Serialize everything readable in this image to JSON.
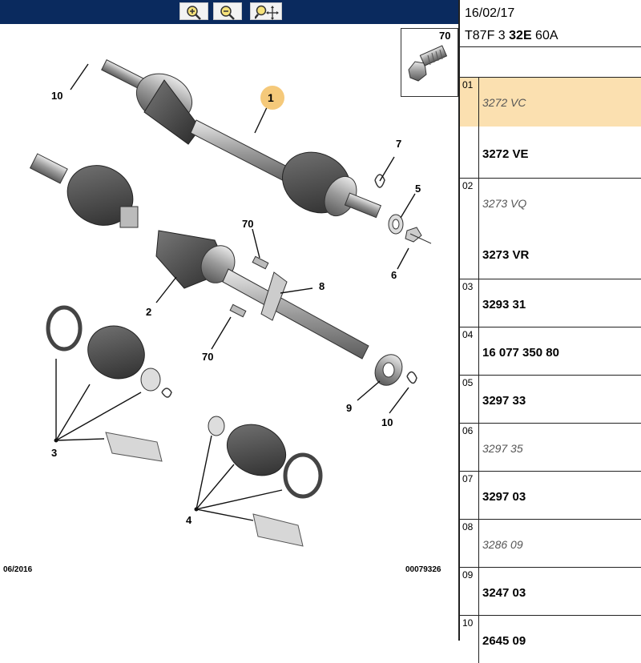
{
  "toolbar": {
    "buttons": [
      {
        "name": "zoom-in-button",
        "icon": "zoom-in-icon"
      },
      {
        "name": "zoom-out-button",
        "icon": "zoom-out-icon"
      },
      {
        "name": "pan-button",
        "icon": "pan-icon"
      }
    ]
  },
  "header": {
    "date": "16/02/17",
    "code_prefix": "T87F 3 ",
    "code_bold": "32E",
    "code_suffix": " 60A"
  },
  "detail": {
    "number": "70"
  },
  "diagram": {
    "highlight_label": "1",
    "callouts": [
      "10",
      "7",
      "5",
      "6",
      "70",
      "8",
      "2",
      "70",
      "9",
      "10",
      "3",
      "4"
    ],
    "footer_left": "06/2016",
    "footer_right": "00079326"
  },
  "parts": [
    {
      "idx": "01",
      "refs": [
        {
          "text": "3272 VC",
          "style": "ital"
        },
        {
          "text": "3272 VE",
          "style": "bold"
        }
      ]
    },
    {
      "idx": "02",
      "refs": [
        {
          "text": "3273 VQ",
          "style": "ital"
        },
        {
          "text": "3273 VR",
          "style": "bold"
        }
      ]
    },
    {
      "idx": "03",
      "refs": [
        {
          "text": "3293 31",
          "style": "bold"
        }
      ]
    },
    {
      "idx": "04",
      "refs": [
        {
          "text": "16 077 350 80",
          "style": "bold"
        }
      ]
    },
    {
      "idx": "05",
      "refs": [
        {
          "text": "3297 33",
          "style": "bold"
        }
      ]
    },
    {
      "idx": "06",
      "refs": [
        {
          "text": "3297 35",
          "style": "ital"
        }
      ]
    },
    {
      "idx": "07",
      "refs": [
        {
          "text": "3297 03",
          "style": "bold"
        }
      ]
    },
    {
      "idx": "08",
      "refs": [
        {
          "text": "3286 09",
          "style": "ital"
        }
      ]
    },
    {
      "idx": "09",
      "refs": [
        {
          "text": "3247 03",
          "style": "bold"
        }
      ]
    },
    {
      "idx": "10",
      "refs": [
        {
          "text": "2645 09",
          "style": "bold"
        }
      ]
    }
  ],
  "colors": {
    "toolbar": "#0a2a5e",
    "highlight": "#fbe0b0",
    "badge": "#f5c97a"
  }
}
